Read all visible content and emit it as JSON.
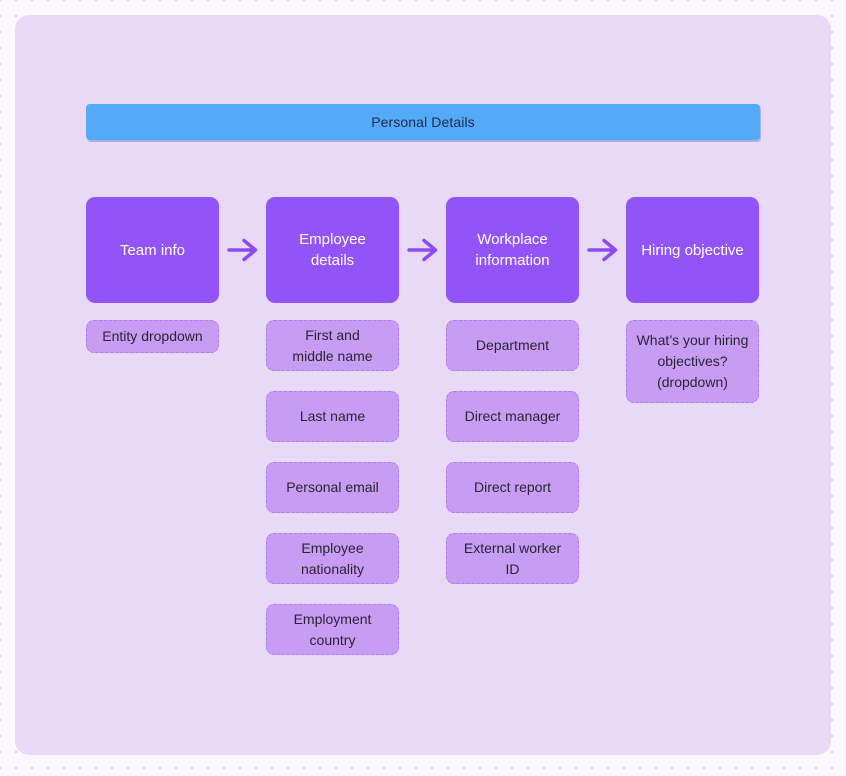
{
  "canvas": {
    "background": "#FCF6FD",
    "dot_color": "#E4D0E8",
    "board_color": "#E8DAF7"
  },
  "colors": {
    "header_blue": "#55AAF8",
    "header_text": "#1C2B4E",
    "stage_purple": "#9254F6",
    "stage_text": "#FFFFFF",
    "field_purple": "#C79CF3",
    "field_text": "#2A2433",
    "arrow_purple": "#8A4BF2"
  },
  "header": {
    "title": "Personal Details"
  },
  "flow": {
    "columns": [
      {
        "id": "team-info",
        "label": "Team info",
        "items": [
          "Entity dropdown"
        ]
      },
      {
        "id": "employee-details",
        "label": "Employee\ndetails",
        "items": [
          "First and\nmiddle name",
          "Last name",
          "Personal email",
          "Employee\nnationality",
          "Employment\ncountry"
        ]
      },
      {
        "id": "workplace-information",
        "label": "Workplace\ninformation",
        "items": [
          "Department",
          "Direct manager",
          "Direct report",
          "External worker\nID"
        ]
      },
      {
        "id": "hiring-objective",
        "label": "Hiring objective",
        "items": [
          "What’s your hiring\nobjectives?\n(dropdown)"
        ]
      }
    ]
  }
}
